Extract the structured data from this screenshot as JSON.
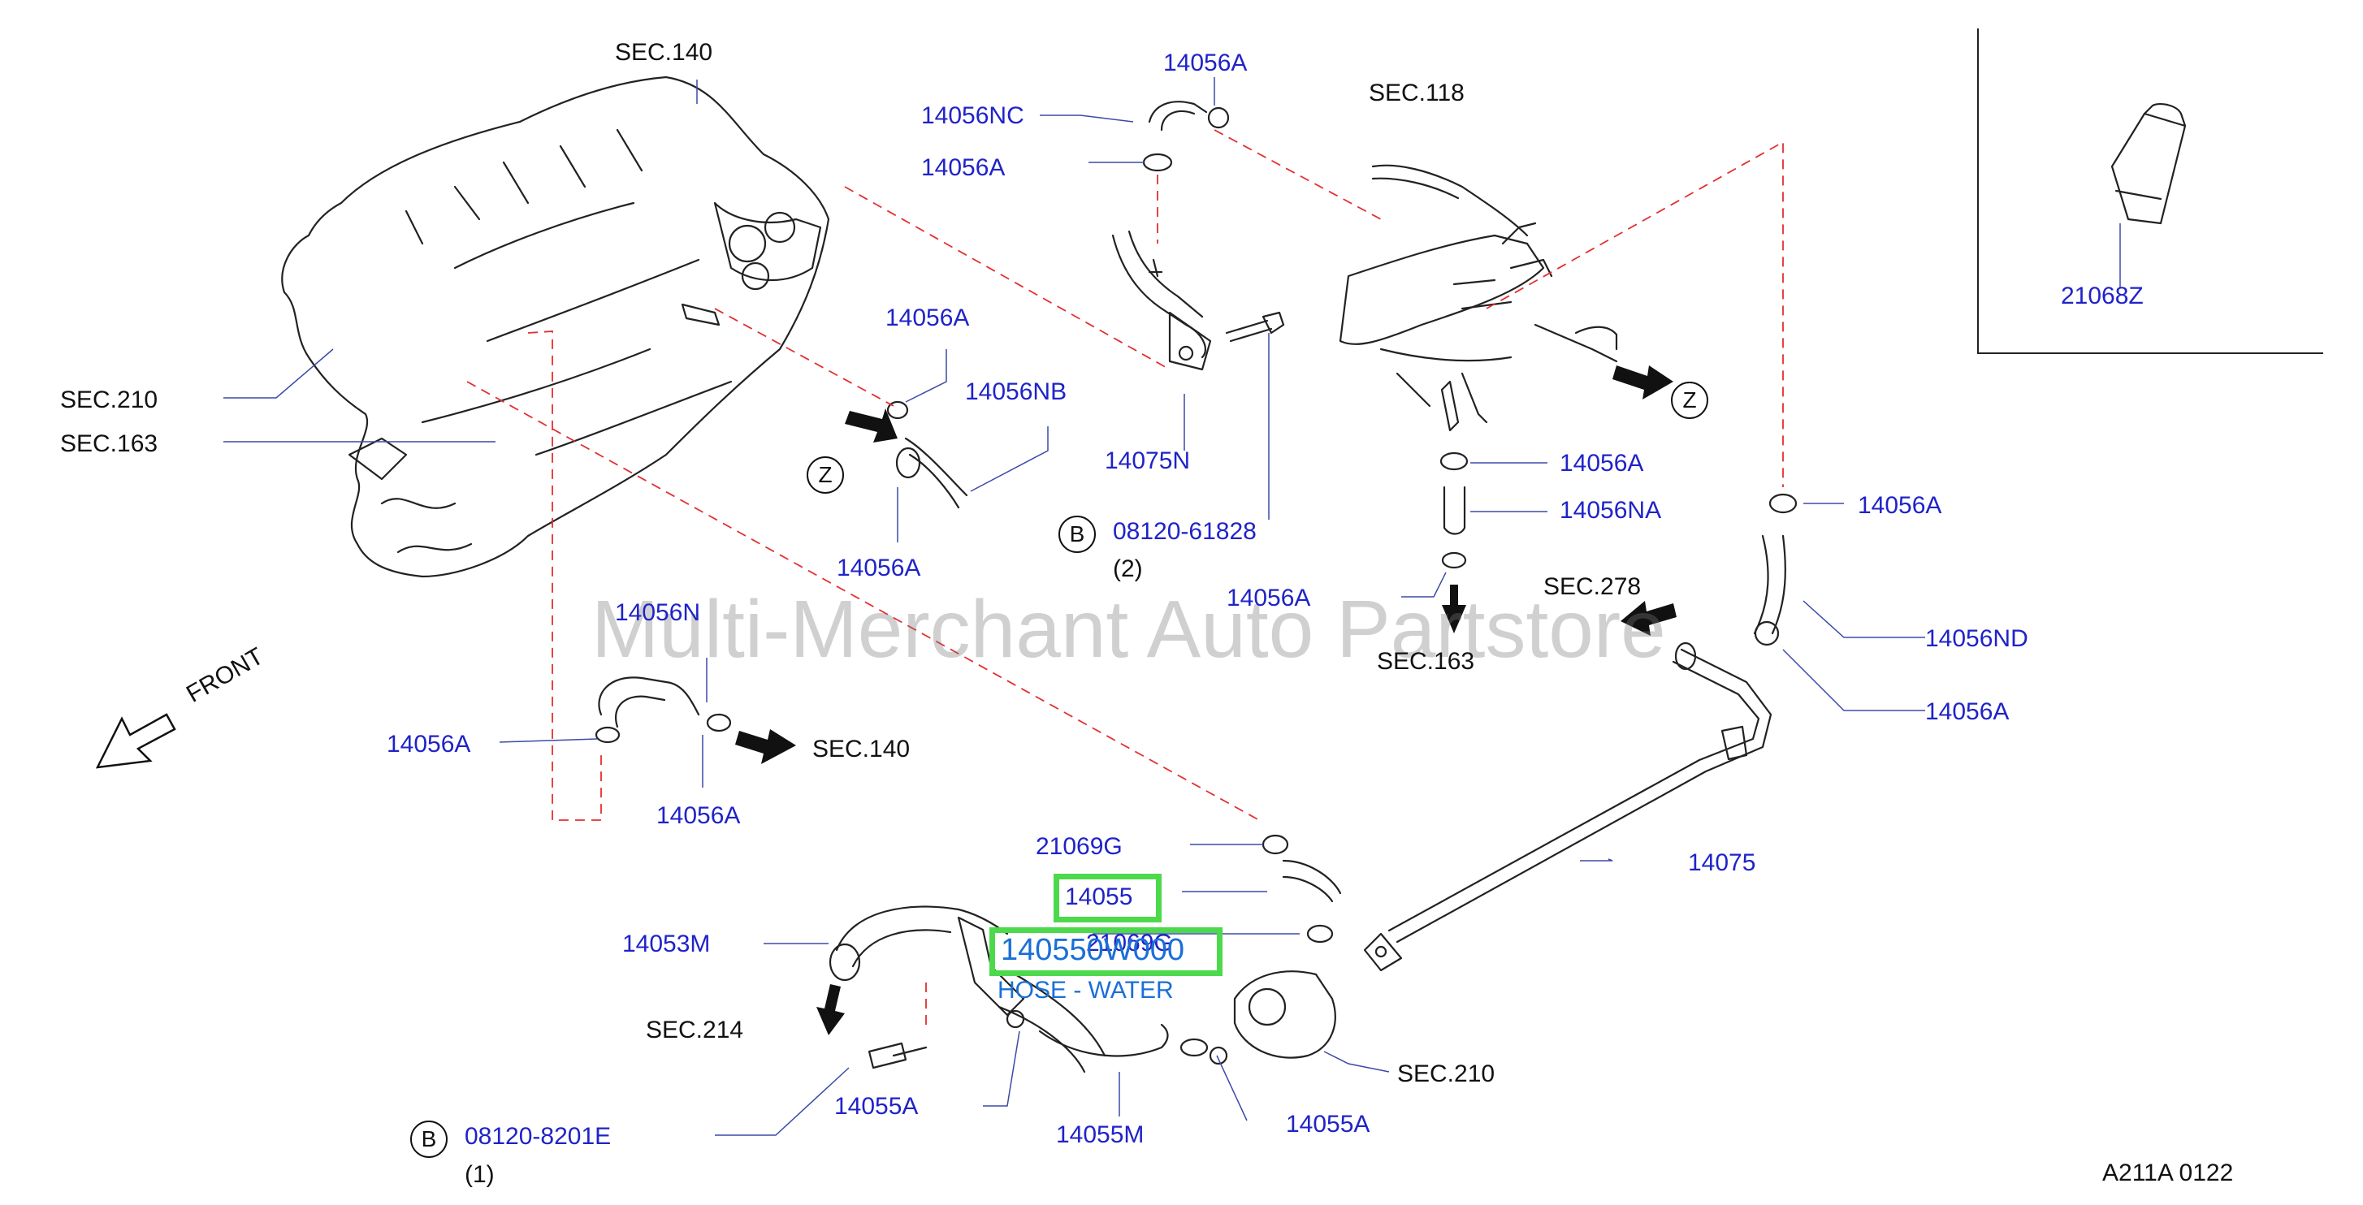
{
  "watermark": "Multi-Merchant Auto Partstore",
  "front_label": "FRONT",
  "diagram_code": "A211A  0122",
  "highlight": {
    "part_number": "140550W000",
    "description": "HOSE - WATER"
  },
  "callouts": {
    "sec140_top": "SEC.140",
    "sec118": "SEC.118",
    "sec210_left": "SEC.210",
    "sec163_left": "SEC.163",
    "sec278": "SEC.278",
    "sec163_right": "SEC.163",
    "sec140_mid": "SEC.140",
    "sec214": "SEC.214",
    "sec210_bottom": "SEC.210",
    "z_left": "Z",
    "z_right": "Z",
    "b_mid": "B",
    "b_bottom": "B",
    "qty_2": "(2)",
    "qty_1": "(1)"
  },
  "parts": {
    "p14056A_top": "14056A",
    "p14056NC": "14056NC",
    "p14056A_2": "14056A",
    "p14056A_3": "14056A",
    "p14056NB": "14056NB",
    "p14056A_4": "14056A",
    "p14075N": "14075N",
    "p08120_61828": "08120-61828",
    "p14056A_5": "14056A",
    "p14056NA": "14056NA",
    "p14056A_6": "14056A",
    "p14056A_7": "14056A",
    "p14056ND": "14056ND",
    "p14056A_8": "14056A",
    "p21068Z": "21068Z",
    "p14056N": "14056N",
    "p14056A_9": "14056A",
    "p14056A_10": "14056A",
    "p21069G_1": "21069G",
    "p14055": "14055",
    "p21069G_2": "21069G",
    "p14053M": "14053M",
    "p14075": "14075",
    "p14055A_1": "14055A",
    "p14055M": "14055M",
    "p14055A_2": "14055A",
    "p08120_8201E": "08120-8201E"
  }
}
